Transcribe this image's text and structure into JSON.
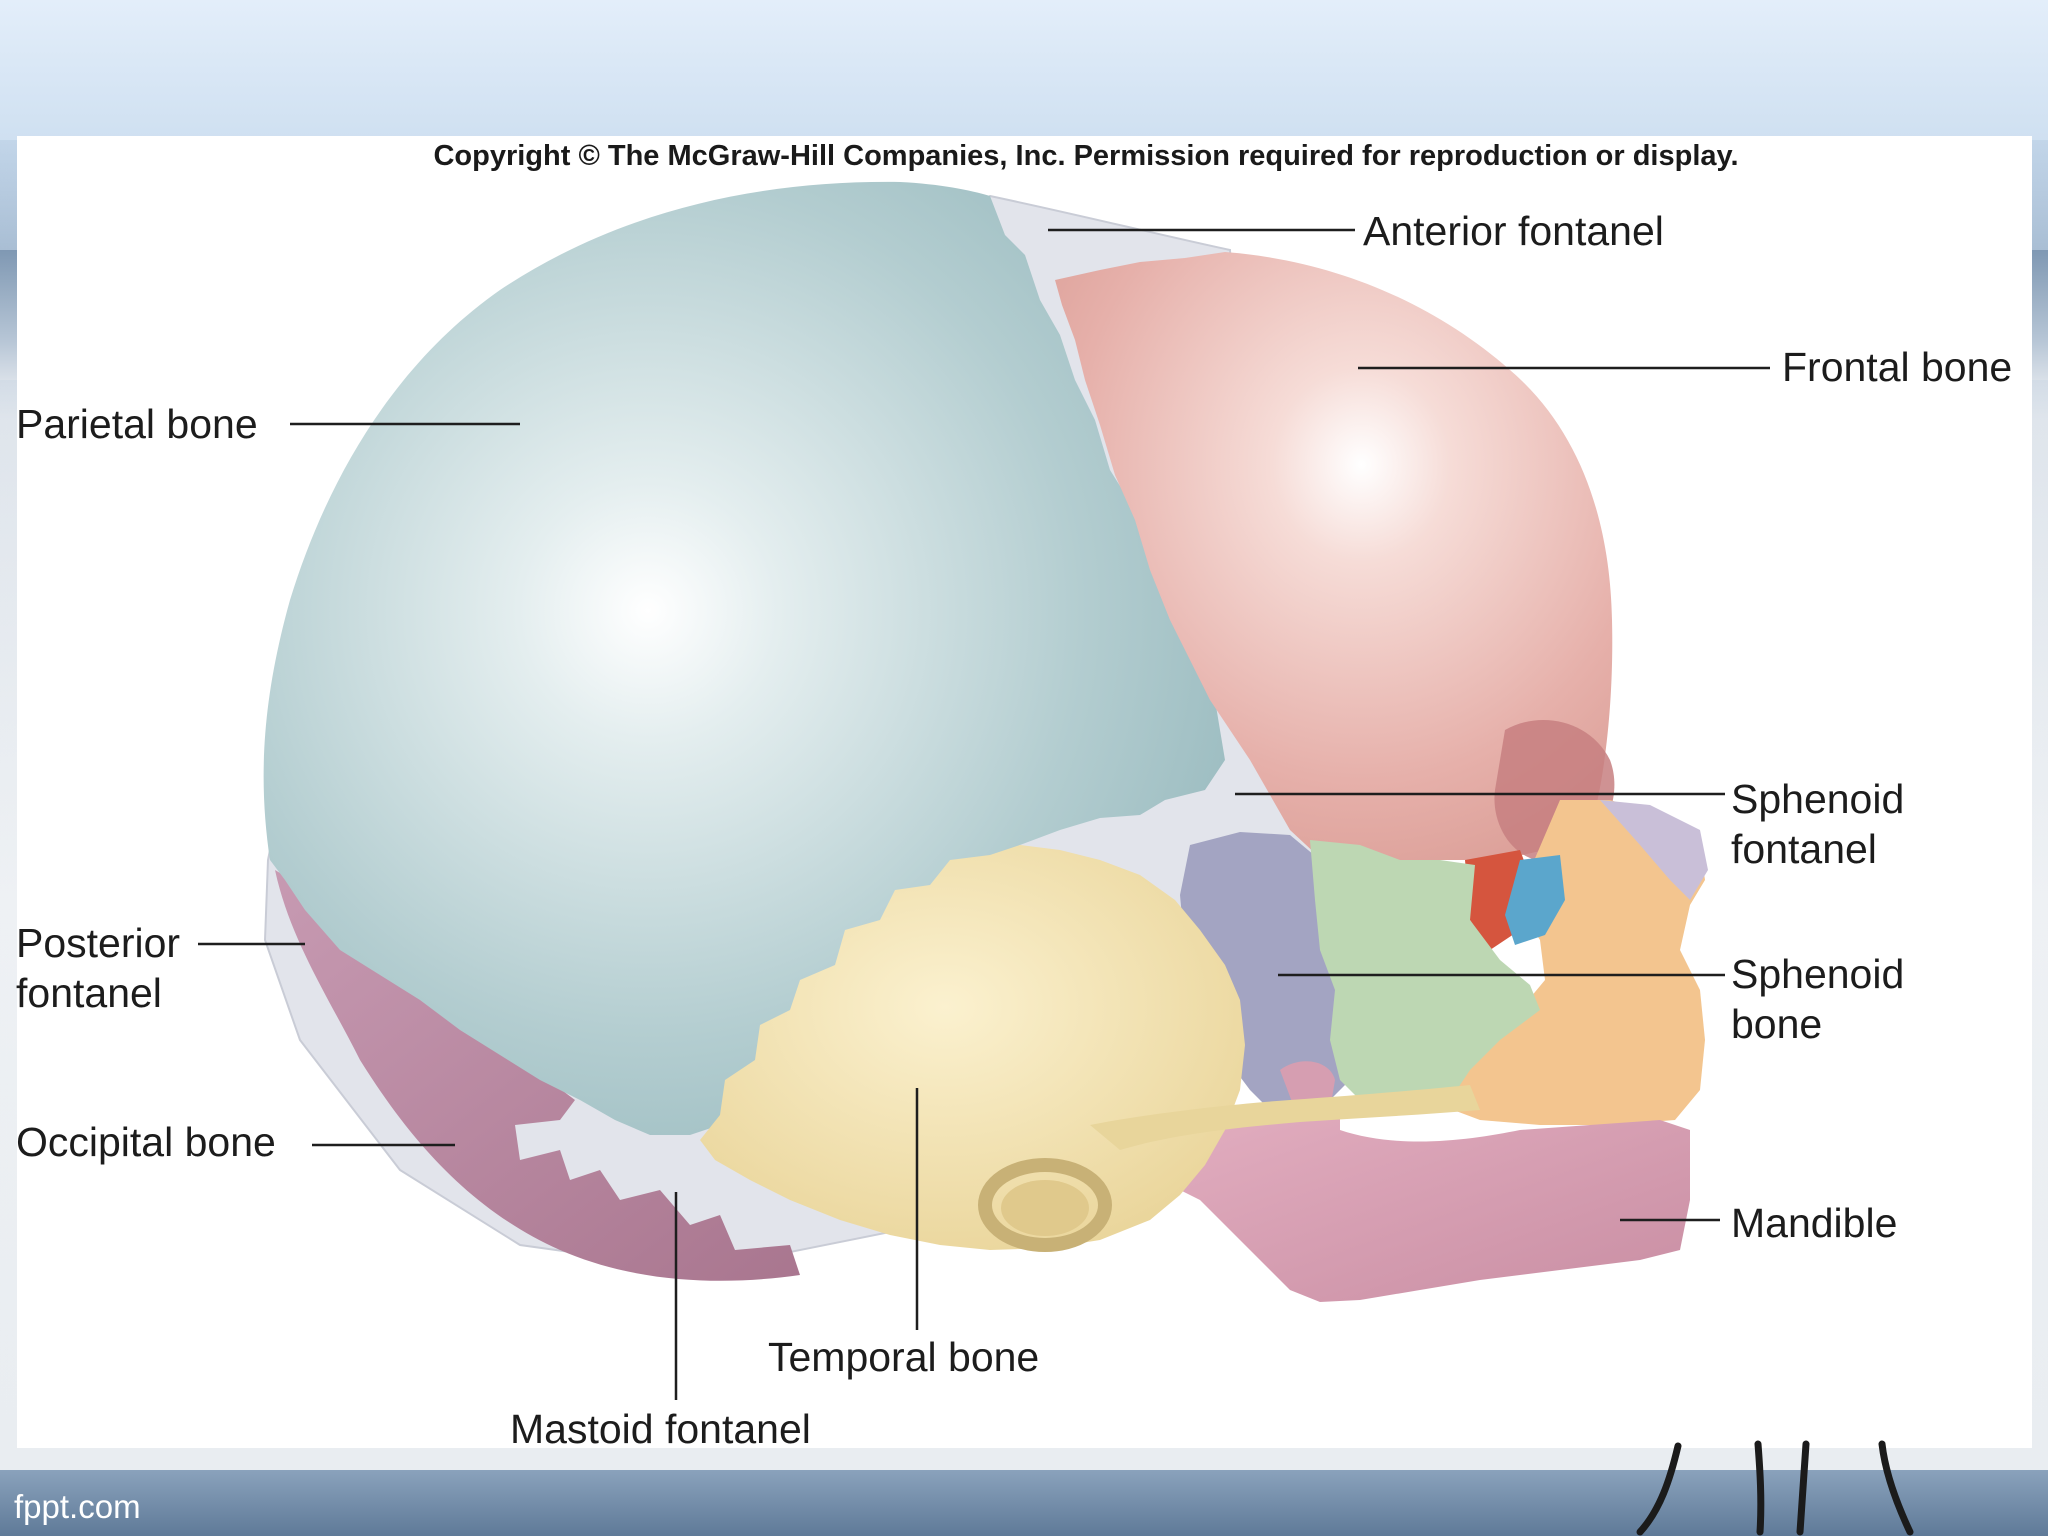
{
  "header": {
    "copyright": "Copyright © The McGraw-Hill Companies, Inc. Permission required for reproduction or display."
  },
  "footer": {
    "site": "fppt.com"
  },
  "labels": {
    "anterior_fontanel": "Anterior fontanel",
    "frontal_bone": "Frontal bone",
    "parietal_bone": "Parietal bone",
    "sphenoid_fontanel_1": "Sphenoid",
    "sphenoid_fontanel_2": "fontanel",
    "posterior_fontanel_1": "Posterior",
    "posterior_fontanel_2": "fontanel",
    "sphenoid_bone_1": "Sphenoid",
    "sphenoid_bone_2": "bone",
    "occipital_bone": "Occipital bone",
    "mandible": "Mandible",
    "temporal_bone": "Temporal bone",
    "mastoid_fontanel": "Mastoid fontanel"
  },
  "colors": {
    "parietal": "#a6c4c8",
    "frontal": "#e6b2ac",
    "occipital": "#b98aa4",
    "temporal": "#eedda6",
    "sphenoid_orange": "#f2c48f",
    "sphenoid_green": "#bcd6b2",
    "sphenoid_purple": "#9fa0bd",
    "mandible": "#d9a4b6",
    "fontanel": "#e4e6ec",
    "orbit_red": "#d5553e",
    "orbit_blue": "#5ba6cc"
  }
}
